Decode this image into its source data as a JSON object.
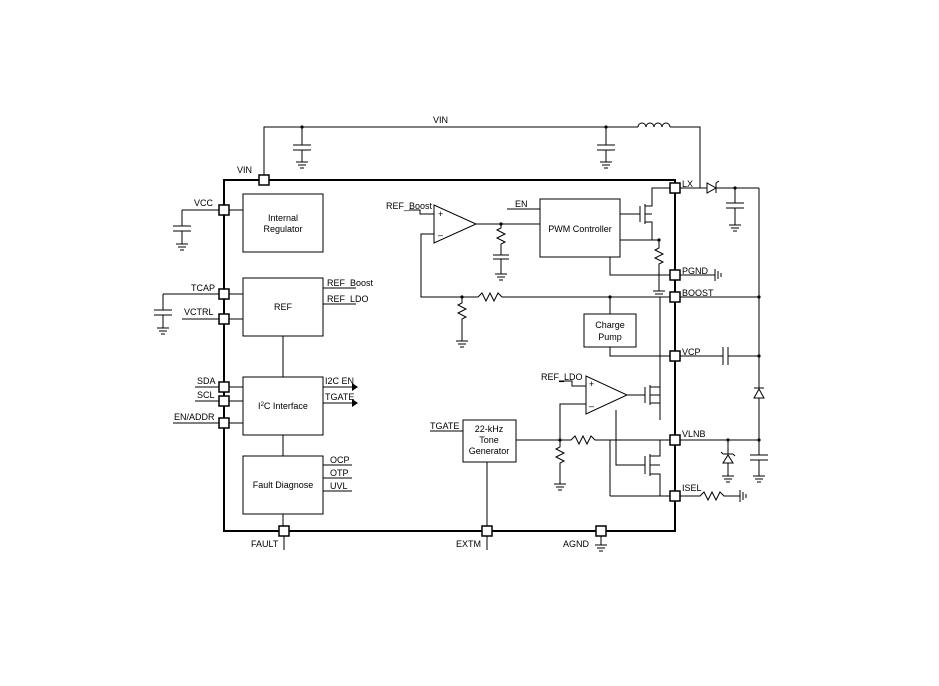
{
  "pins": {
    "vin": "VIN",
    "vcc": "VCC",
    "tcap": "TCAP",
    "vctrl": "VCTRL",
    "sda": "SDA",
    "scl": "SCL",
    "en_addr": "EN/ADDR",
    "fault": "FAULT",
    "extm": "EXTM",
    "agnd": "AGND",
    "lx": "LX",
    "pgnd": "PGND",
    "boost": "BOOST",
    "vcp": "VCP",
    "vlnb": "VLNB",
    "isel": "ISEL",
    "tgate": "TGATE"
  },
  "top_rail_label": "VIN",
  "blocks": {
    "internal_regulator": [
      "Internal",
      "Regulator"
    ],
    "ref": "REF",
    "i2c_interface_prefix": "I",
    "i2c_interface_sup": "2",
    "i2c_interface_suffix": "C Interface",
    "fault_diagnose": "Fault Diagnose",
    "pwm_controller": "PWM Controller",
    "charge_pump": [
      "Charge",
      "Pump"
    ],
    "tone_generator": [
      "22-kHz",
      "Tone",
      "Generator"
    ]
  },
  "signals": {
    "ref_boost_out": "REF_Boost",
    "ref_ldo_out": "REF_LDO",
    "i2c_en": "I2C EN",
    "tgate_out": "TGATE",
    "ocp": "OCP",
    "otp": "OTP",
    "uvl": "UVL",
    "ref_boost_in": "REF_Boost",
    "en": "EN",
    "ref_ldo_in": "REF_LDO",
    "plus": "+",
    "minus": "–"
  }
}
